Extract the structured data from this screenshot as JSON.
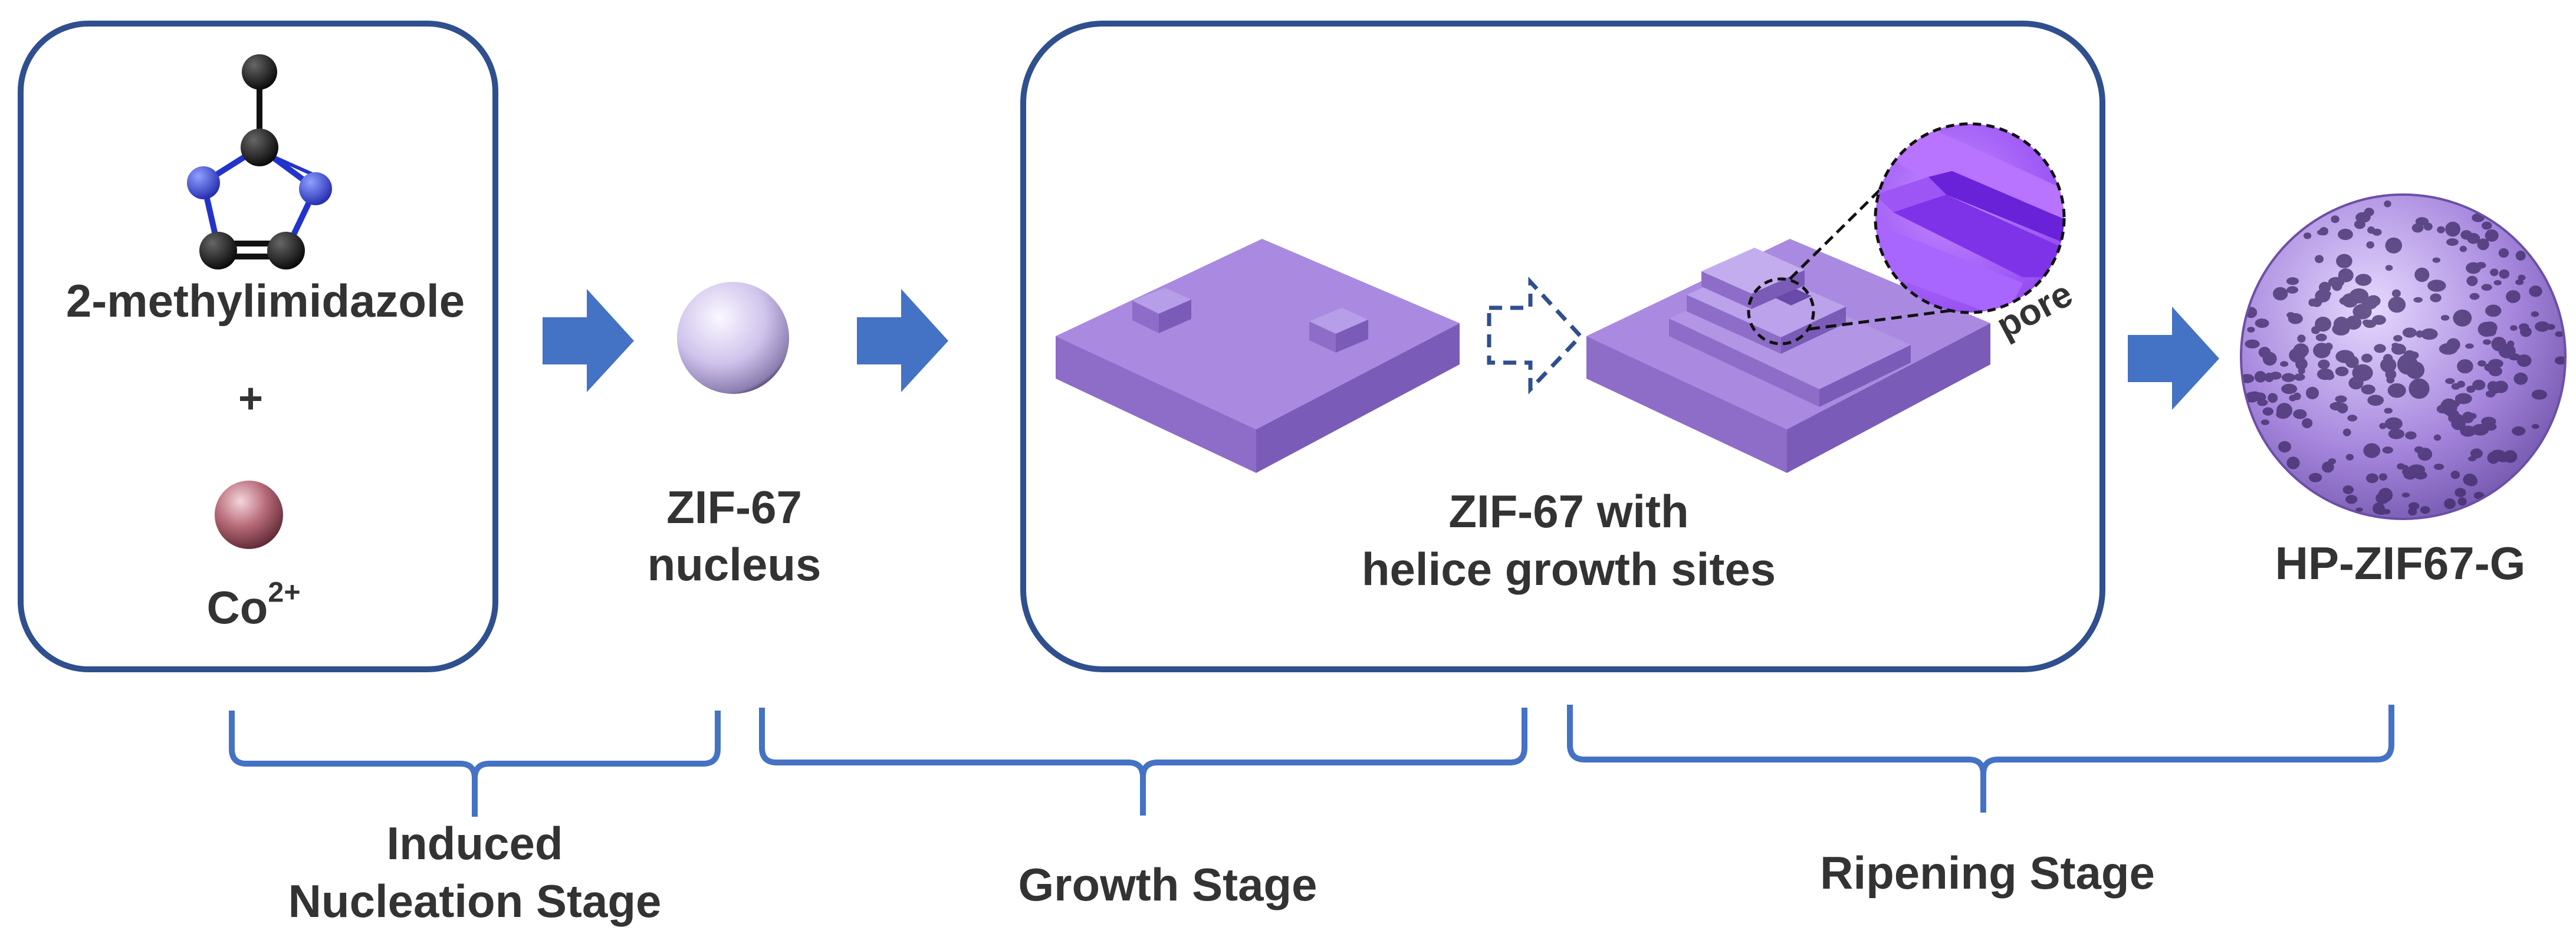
{
  "reactants": {
    "molecule_label": "2-methylimidazole",
    "plus": "+",
    "ion_base": "Co",
    "ion_charge": "2+"
  },
  "nucleus": {
    "line1": "ZIF-67",
    "line2": "nucleus"
  },
  "growth_sites": {
    "line1": "ZIF-67 with",
    "line2": "helice growth sites",
    "pore_label": "pore"
  },
  "product": {
    "label": "HP-ZIF67-G"
  },
  "stages": {
    "nucleation_line1": "Induced",
    "nucleation_line2": "Nucleation Stage",
    "growth": "Growth Stage",
    "ripening": "Ripening Stage"
  },
  "colors": {
    "box_border": "#2F4F8E",
    "arrow": "#4472C4",
    "bracket": "#4472C4",
    "plate": "#A98AE0",
    "sphere_product": "#9E7FD6",
    "nitrogen": "#2233CC",
    "carbon": "#111111"
  }
}
